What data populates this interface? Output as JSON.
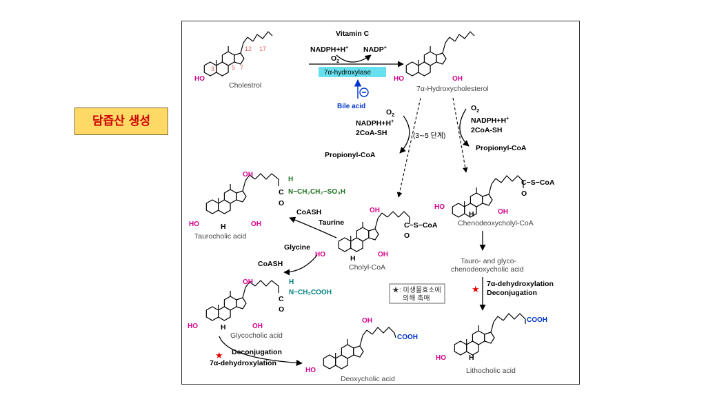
{
  "side_title": "담즙산 생성",
  "labels": {
    "cholestrol": "Cholestrol",
    "hydroxycholesterol": "7α-Hydroxycholesterol",
    "vitamin_c": "Vitamin C",
    "nadph1": "NADPH+H",
    "nadp": "NADP",
    "o2_top": "O",
    "enzyme": "7α-hydroxylase",
    "bile_acid": "Bile acid",
    "o2_left": "O",
    "nadph_left": "NADPH+H",
    "coash_left": "2CoA-SH",
    "steps": "(3∼5 단계)",
    "propionyl_left": "Propionyl-CoA",
    "o2_right": "O",
    "nadph_right": "NADPH+H",
    "coash_right": "2CoA-SH",
    "propionyl_right": "Propionyl-CoA",
    "taurine_chain": "N−CH₂CH₂−SO₃H",
    "taurocholic": "Taurocholic acid",
    "coash_taurine": "CoASH",
    "taurine": "Taurine",
    "glycine": "Glycine",
    "coash_glycine": "CoASH",
    "cholyl_coa": "Cholyl-CoA",
    "cholyl_sidechain": "C−S−CoA",
    "chenodeoxycholyl_coa": "Chenodeoxycholyl-CoA",
    "cheno_sidechain": "C−S−CoA",
    "glycine_chain": "N−CH₂COOH",
    "glycocholic": "Glycocholic acid",
    "tauro_glyco_line1": "Tauro- and glyco-",
    "tauro_glyco_line2": "chenodeoxycholic acid",
    "microbe_note_line1": "★: 미생물효소에",
    "microbe_note_line2": "의해 촉매",
    "dehydroxylation_right": "7α-dehydroxylation",
    "deconjugation_right": "Deconjugation",
    "deconjugation_bottom": "Deconjugation",
    "dehydroxylation_bottom": "7α-dehydroxylation",
    "deoxycholic": "Deoxycholic acid",
    "lithocholic": "Lithocholic acid",
    "cooh1": "COOH",
    "cooh2": "COOH",
    "oh": "OH",
    "ho": "HO",
    "h": "H",
    "o": "O",
    "c": "C",
    "num3": "3",
    "num5": "5",
    "num7": "7",
    "num12": "12",
    "num17": "17"
  },
  "colors": {
    "hydroxyl": "#d6008a",
    "enzyme_bg": "#66e0ee",
    "inhibit": "#0033cc",
    "star": "#e00000",
    "title_bg": "#ffd966"
  },
  "icons": {
    "inhibition": "minus-circle-icon",
    "microbial": "star-icon"
  }
}
